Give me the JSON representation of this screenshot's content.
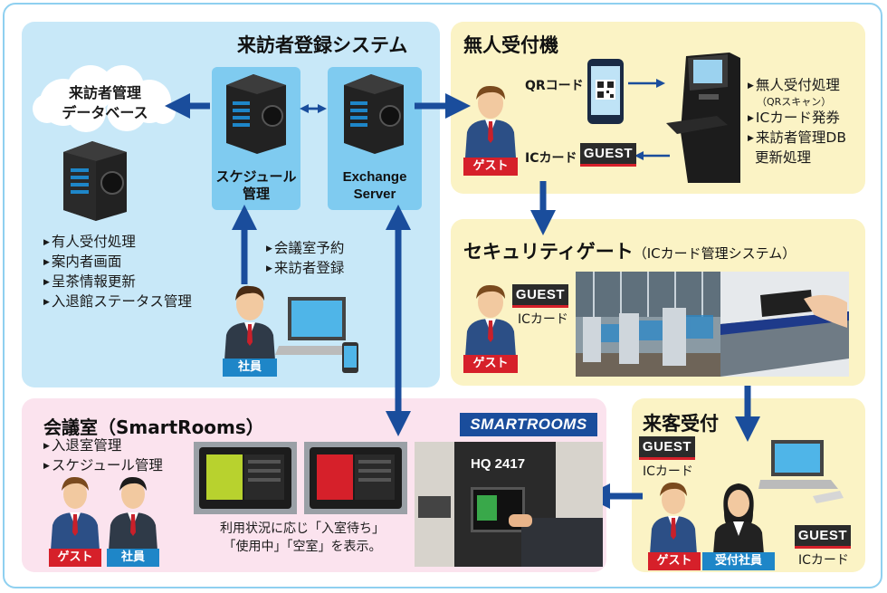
{
  "colors": {
    "arrow": "#1a4d9c",
    "blue_panel": "#c8e8f8",
    "yellow_panel": "#fbf3c5",
    "pink_panel": "#fbe3ee",
    "guest_red": "#d6202a",
    "staff_blue": "#1e86c8"
  },
  "system": {
    "title": "来訪者登録システム",
    "db_label_1": "来訪者管理",
    "db_label_2": "データベース",
    "schedule_1": "スケジュール",
    "schedule_2": "管理",
    "exchange_1": "Exchange",
    "exchange_2": "Server",
    "db_functions": [
      "有人受付処理",
      "案内者画面",
      "呈茶情報更新",
      "入退館ステータス管理"
    ],
    "employee_actions": [
      "会議室予約",
      "来訪者登録"
    ],
    "employee_tag": "社員"
  },
  "kiosk": {
    "title": "無人受付機",
    "qr_label": "QRコード",
    "ic_label": "ICカード",
    "guest_card": "GUEST",
    "guest_tag": "ゲスト",
    "functions": [
      "無人受付処理",
      "ICカード発券",
      "来訪者管理DB"
    ],
    "qr_scan_note": "（QRスキャン）",
    "db_update": "更新処理"
  },
  "security": {
    "title": "セキュリティゲート",
    "subtitle": "（ICカード管理システム）",
    "guest_card": "GUEST",
    "ic_label": "ICカード",
    "guest_tag": "ゲスト"
  },
  "reception": {
    "title": "来客受付",
    "guest_card_1": "GUEST",
    "ic_label_1": "ICカード",
    "guest_card_2": "GUEST",
    "ic_label_2": "ICカード",
    "guest_tag": "ゲスト",
    "staff_tag": "受付社員"
  },
  "meeting": {
    "title": "会議室（SmartRooms）",
    "functions": [
      "入退室管理",
      "スケジュール管理"
    ],
    "guest_tag": "ゲスト",
    "employee_tag": "社員",
    "caption_1": "利用状況に応じ「入室待ち」",
    "caption_2": "「使用中」「空室」を表示。",
    "logo": "SMARTROOMS",
    "room_sign": "HQ 2417"
  }
}
